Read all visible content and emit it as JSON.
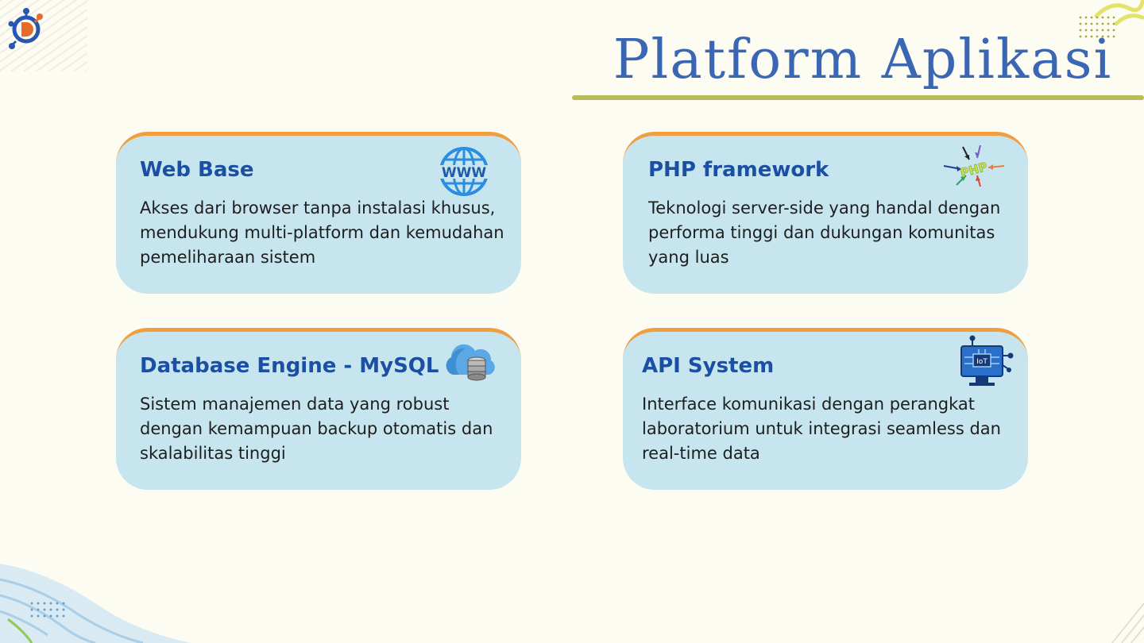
{
  "slide": {
    "title": "Platform Aplikasi"
  },
  "cards": [
    {
      "title": "Web Base",
      "description": "Akses dari browser tanpa instalasi khusus, mendukung multi-platform dan kemudahan pemeliharaan sistem",
      "icon": "www-globe-icon",
      "icon_text": "WWW"
    },
    {
      "title": "PHP framework",
      "description": "Teknologi server-side yang handal dengan performa tinggi dan dukungan komunitas yang luas",
      "icon": "php-arrows-icon",
      "icon_text": "PHP"
    },
    {
      "title": "Database Engine - MySQL",
      "description": "Sistem manajemen data yang robust dengan kemampuan backup otomatis dan skalabilitas tinggi",
      "icon": "cloud-database-icon"
    },
    {
      "title": "API System",
      "description": "Interface komunikasi dengan perangkat laboratorium untuk integrasi seamless dan real-time data",
      "icon": "iot-monitor-icon",
      "icon_text": "IoT"
    }
  ],
  "colors": {
    "background": "#fdfcf2",
    "title": "#3b66b3",
    "underline": "#b9bb5a",
    "card_fill": "#c6e5ef",
    "card_accent": "#ef9f3f",
    "card_title": "#1a4fa3"
  }
}
